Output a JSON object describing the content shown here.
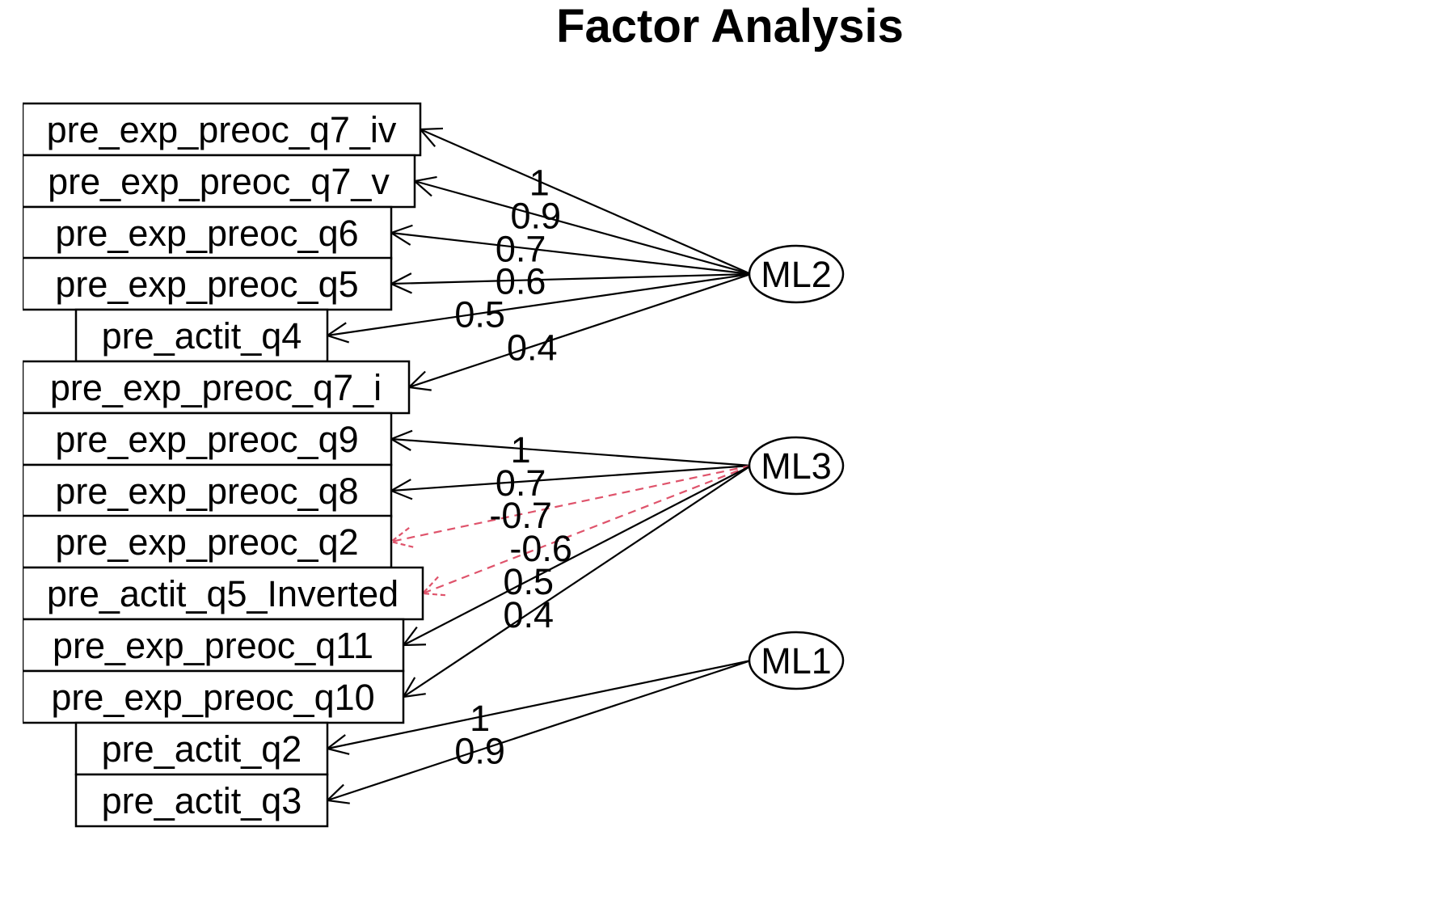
{
  "title": "Factor Analysis",
  "factors": [
    {
      "id": "ML2",
      "label": "ML2"
    },
    {
      "id": "ML3",
      "label": "ML3"
    },
    {
      "id": "ML1",
      "label": "ML1"
    }
  ],
  "variables": [
    "pre_exp_preoc_q7_iv",
    "pre_exp_preoc_q7_v",
    "pre_exp_preoc_q6",
    "pre_exp_preoc_q5",
    "pre_actit_q4",
    "pre_exp_preoc_q7_i",
    "pre_exp_preoc_q9",
    "pre_exp_preoc_q8",
    "pre_exp_preoc_q2",
    "pre_actit_q5_Inverted",
    "pre_exp_preoc_q11",
    "pre_exp_preoc_q10",
    "pre_actit_q2",
    "pre_actit_q3"
  ],
  "loadings": [
    {
      "factor": "ML2",
      "variable": "pre_exp_preoc_q7_iv",
      "value": 1,
      "label": "1"
    },
    {
      "factor": "ML2",
      "variable": "pre_exp_preoc_q7_v",
      "value": 0.9,
      "label": "0.9"
    },
    {
      "factor": "ML2",
      "variable": "pre_exp_preoc_q6",
      "value": 0.7,
      "label": "0.7"
    },
    {
      "factor": "ML2",
      "variable": "pre_exp_preoc_q5",
      "value": 0.6,
      "label": "0.6"
    },
    {
      "factor": "ML2",
      "variable": "pre_actit_q4",
      "value": 0.5,
      "label": "0.5"
    },
    {
      "factor": "ML2",
      "variable": "pre_exp_preoc_q7_i",
      "value": 0.4,
      "label": "0.4"
    },
    {
      "factor": "ML3",
      "variable": "pre_exp_preoc_q9",
      "value": 1,
      "label": "1"
    },
    {
      "factor": "ML3",
      "variable": "pre_exp_preoc_q8",
      "value": 0.7,
      "label": "0.7"
    },
    {
      "factor": "ML3",
      "variable": "pre_exp_preoc_q2",
      "value": -0.7,
      "label": "-0.7"
    },
    {
      "factor": "ML3",
      "variable": "pre_actit_q5_Inverted",
      "value": -0.6,
      "label": "-0.6"
    },
    {
      "factor": "ML3",
      "variable": "pre_exp_preoc_q11",
      "value": 0.5,
      "label": "0.5"
    },
    {
      "factor": "ML3",
      "variable": "pre_exp_preoc_q10",
      "value": 0.4,
      "label": "0.4"
    },
    {
      "factor": "ML1",
      "variable": "pre_actit_q2",
      "value": 1,
      "label": "1"
    },
    {
      "factor": "ML1",
      "variable": "pre_actit_q3",
      "value": 0.9,
      "label": "0.9"
    }
  ],
  "colors": {
    "positive": "#000000",
    "negative": "#DF536B"
  }
}
